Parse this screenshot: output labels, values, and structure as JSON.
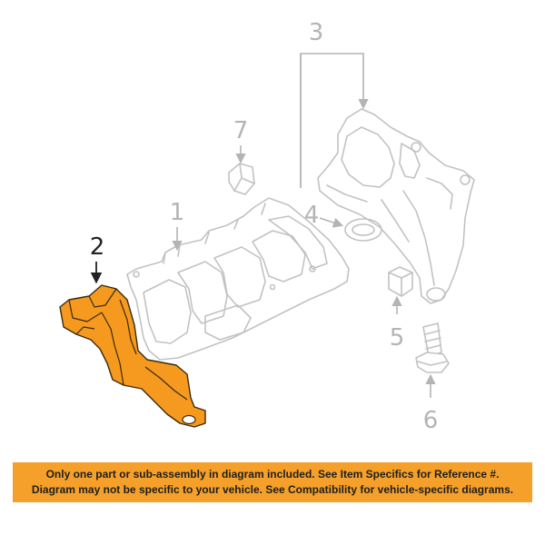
{
  "callouts": {
    "c1": "1",
    "c2": "2",
    "c3": "3",
    "c4": "4",
    "c5": "5",
    "c6": "6",
    "c7": "7"
  },
  "highlighted_part": "2",
  "colors": {
    "highlight": "#f59a1f",
    "ghost": "#c2c2c2",
    "banner": "#f5a02a"
  },
  "banner": {
    "line1": "Only one part or sub-assembly in diagram included. See Item Specifics for Reference #.",
    "line2": "Diagram may not be specific to your vehicle. See Compatibility for vehicle-specific diagrams."
  }
}
